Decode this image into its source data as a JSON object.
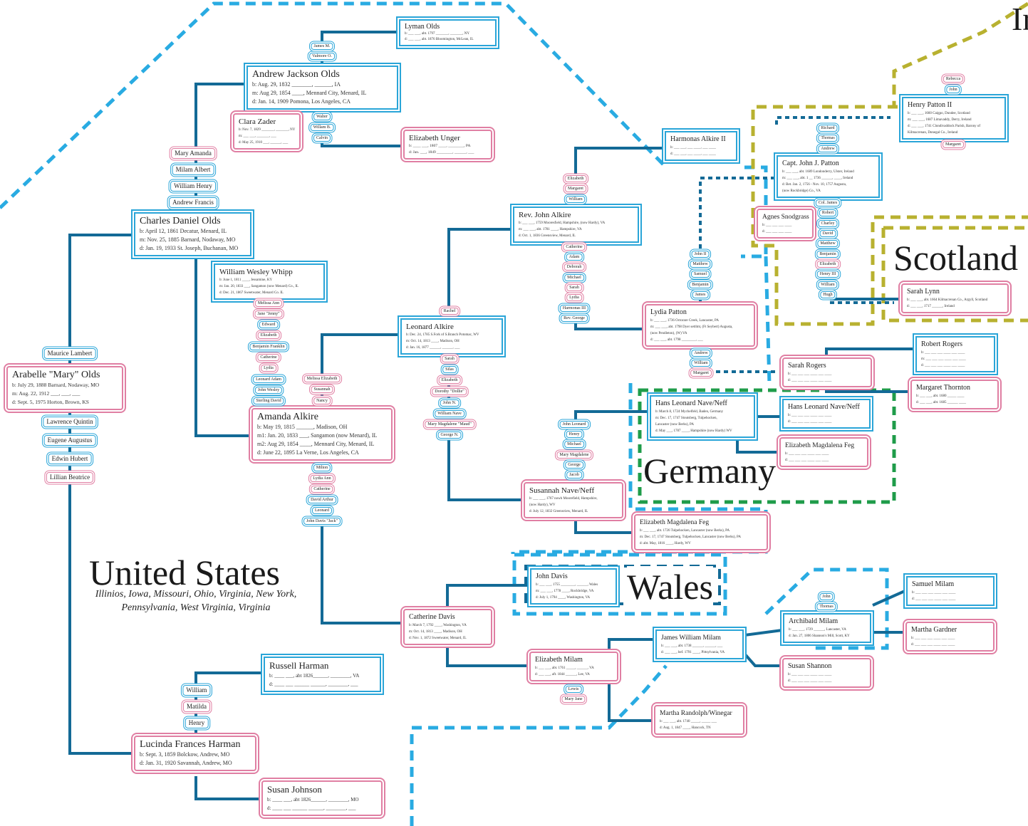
{
  "colors": {
    "line": "#136a96",
    "male": "#2aa5d8",
    "female": "#e07fa3",
    "ireland": "#b8b130",
    "germany": "#1f9c4a",
    "cyan_dash": "#29abe2"
  },
  "regions": {
    "united_states": "United States",
    "united_states_sub": [
      "Illinios, Iowa, Missouri, Ohio, Virginia, New York,",
      "Pennsylvania, West Virginia, Virginia"
    ],
    "scotland": "Scotland",
    "germany": "Germany",
    "wales": "Wales",
    "ireland_partial": "Ir"
  },
  "people": {
    "arabelle": {
      "name": "Arabelle \"Mary\" Olds",
      "lines": [
        "b: July 29, 1888 Barnard, Nodaway, MO",
        "m: Aug. 22, 1912 ___, ___, ___",
        "d: Sept. 5, 1975 Horton, Brown, KS"
      ]
    },
    "charles": {
      "name": "Charles Daniel Olds",
      "lines": [
        "b: April 12, 1861 Decatur, Menard, IL",
        "m: Nov. 25, 1885 Barnard, Nodaway, MO",
        "d: Jan. 19, 1933 St. Joseph, Buchanan, MO"
      ]
    },
    "lucinda": {
      "name": "Lucinda Frances Harman",
      "lines": [
        "b: Sept. 3, 1859 Bolckow, Andrew, MO",
        "d: Jan. 31, 1920 Savannah, Andrew, MO"
      ]
    },
    "andrew": {
      "name": "Andrew Jackson Olds",
      "lines": [
        "b: Aug. 29, 1832 _______, ______, IA",
        "m: Aug 29, 1854 ____, Mennard City, Menard, IL",
        "d: Jan. 14, 1909 Pomona, Los Angeles, CA"
      ]
    },
    "amanda": {
      "name": "Amanda Alkire",
      "lines": [
        "b: May 19, 1815 ______, Madison, OH",
        "m1: Jan. 20, 1833 ___, Sangamon (now Menard), IL",
        "m2: Aug 29, 1854 ____, Mennard City, Menard, IL",
        "d: June 22, 1895 La Verne, Los Angeles, CA"
      ]
    },
    "lyman": {
      "name": "Lyman Olds",
      "lines": [
        "b: ___ ___, abt. 1797 _______, _______, NY",
        "d: ___ ___, abt. 1876 Bloomington, McLean, IL"
      ]
    },
    "clara": {
      "name": "Clara Zader",
      "lines": [
        "b: Nov. 7, 1829 _______, _______, NY",
        "m: ___ ___, _______, ___",
        "d: May 25, 1910 ___, ______, ___"
      ]
    },
    "elizabeth_unger": {
      "name": "Elizabeth Unger",
      "lines": [
        "b: ____ ___, 1807 ____, ________, PA",
        "d: Jan. ___, 1849 ________, ______, ___"
      ]
    },
    "whipp": {
      "name": "William Wesley Whipp",
      "lines": [
        "b: June 1, 1811 ____, Jessamine, KY",
        "m: Jan. 20, 1833 ___, Sangamon (now Menard) Co., IL",
        "d: Dec. 21, 1867 Sweetwater, Menard Co. IL"
      ]
    },
    "leonard": {
      "name": "Leonard Alkire",
      "lines": [
        "b: Dec. 24, 1785 S.Fork of S.Branch Potomac, WV",
        "m: Oct. 14, 1813 ____, Madison, OH",
        "d: Jan. 16, 1877 ______, ______, ___"
      ]
    },
    "rev_john": {
      "name": "Rev. John Alkire",
      "lines": [
        "b: ___ ___, 1759 Mooresfield, Hampshire, (now Hardy), VA",
        "m: ___ ___, abt. 1781 ____, Hampshire, VA",
        "d: Oct. 1, 1836 Greensview, Menard, IL"
      ]
    },
    "harmonas": {
      "name": "Harmonas Alkire II",
      "lines": [
        "b: ___ ___, ___ ____, ___ ____",
        "d: ___ ___, ___ ____, ___ ____"
      ]
    },
    "susannah": {
      "name": "Susannah Nave/Neff",
      "lines": [
        "b: ___ ___, 1767 nowh Moorefield, Hampshire,",
        "(now Hardy), WV",
        "d: July 12, 1832 Greensview, Menard, IL"
      ]
    },
    "lydia": {
      "name": "Lydia Patton",
      "lines": [
        "b: ___ ___, 1736 Octorare Creek, Lancaster, PA",
        "m: ___ ___, abt. 1798 Dyer settlmt, (Ft Seybert) Augusta,",
        "(now Pendleton), (W) VA",
        "d: ___ ___, abt. 1798 ________, ___"
      ]
    },
    "agnes": {
      "name": "Agnes Snodgrass",
      "lines": [
        "b: ___ ___ ___ ____",
        "d: ___ ___ ___ ____"
      ]
    },
    "capt_john": {
      "name": "Capt. John J. Patton",
      "lines": [
        "b: ___ ___, abt. 1689 Londonderry, Ulster, Ireland",
        "m: ___ ___, abt. 1 __ 1736 ______, ____, Ireland",
        "d: Bet. Jan. 2, 1756 - Nov. 10, 1757 Augusta,",
        "(now Rockbridge) Co., VA"
      ]
    },
    "henry_patton": {
      "name": "Henry Patton II",
      "lines": [
        "b: ___ ___, 1660 Caigpo, Dundee, Scotland",
        "m: ___ ___, 1687 Limavaddy, Derry, Ireland",
        "d: ___ ___, 1741 Clondivaddock Parish, Barony of",
        "Kilmacrenan, Donegal Co., Ireland"
      ]
    },
    "sarah_lynn": {
      "name": "Sarah Lynn",
      "lines": [
        "b: ___ ___, abt. 1664 Kilmacrenan Co., Argyll, Scotland",
        "d: ___ ___, 1717 ______, Ireland"
      ]
    },
    "sarah_rogers": {
      "name": "Sarah Rogers",
      "lines": [
        "b: ___ ___ ___ ____ ___ ____",
        "d: ___ ___ ___ ____ ___ ____"
      ]
    },
    "robert_rogers": {
      "name": "Robert Rogers",
      "lines": [
        "b: ___ ___ ___ ____ ___ ____",
        "m: ___ ___ ___ ____ ___ ____",
        "d: ___ ___ ___ ____ ___ ____"
      ]
    },
    "margaret_thornton": {
      "name": "Margaret Thornton",
      "lines": [
        "b: ___ ___, abt. 1680 _____ ____",
        "d: ___ ___, abt. 1685 ______ ____"
      ]
    },
    "hans1": {
      "name": "Hans Leonard Nave/Neff",
      "lines": [
        "b: March 8, 1724 Mychelfeld, Baden, Germany",
        "m: Dec. 17, 1747 Stoutsberg, Tulpehocken,",
        "Lancaster (now Berks), PA",
        "d: May ___, 1787 ____, Hampshire (now Hardy) WV"
      ]
    },
    "hans2": {
      "name": "Hans Leonard Nave/Neff",
      "lines": [
        "b: ___ ___ ___ ____ ___ ____",
        "d: ___ ___ ___ ____ ___ ____"
      ]
    },
    "eliz_feg1": {
      "name": "Elizabeth Magdalena Feg",
      "lines": [
        "b: ___ ___ ___ ____ ___ ____",
        "d: ___ ___ ___ ____ ___ ____"
      ]
    },
    "eliz_feg2": {
      "name": "Elizabeth Magdalena Feg",
      "lines": [
        "b: ___ ___, abt. 1726 Tulpehocken, Lancaster (now Berks), PA",
        "m: Dec. 17, 1747 Stoutsberg, Tulpehocken, Lancaster (now Berks), PA",
        "d: abt. May, 1816 ____, Hardy, WV"
      ]
    },
    "john_davis": {
      "name": "John Davis",
      "lines": [
        "b: ___ ___, 1755 ________, ______, Wales",
        "m: ___ ___, 1778 ____, Rockbridge, VA",
        "d: July 1, 1794 ____, Washington, VA"
      ]
    },
    "catherine_davis": {
      "name": "Catherine Davis",
      "lines": [
        "b: March 7, 1792 ____, Washington, VA",
        "m: Oct. 14, 1813 ____, Madison, OH",
        "d: Nov. 1, 1872 Sweetwater, Menard, IL"
      ]
    },
    "elizabeth_milam": {
      "name": "Elizabeth Milam",
      "lines": [
        "b: ___ ___, abt. 1761 _____, ______, VA",
        "d: ___ ___, aft. 1844 ______, Lee, VA"
      ]
    },
    "james_milam": {
      "name": "James William Milam",
      "lines": [
        "b: ___ ___, abt. 1738 ______, ______, ___",
        "d: ___ ___, bef. 1791 ____, Pittsylvania, VA"
      ]
    },
    "archibald": {
      "name": "Archibald Milam",
      "lines": [
        "b: ___ ___, 1729 ______, Lancaster, VA",
        "d: Jan. 27, 1806 Shannon's Mill, Scott, KY"
      ]
    },
    "samuel_milam": {
      "name": "Samuel Milam",
      "lines": [
        "b: ___ ___ ___ ____ ___ ____",
        "d: ___ ___ ___ ____ ___ ____"
      ]
    },
    "martha_gardner": {
      "name": "Martha Gardner",
      "lines": [
        "b: ___ ___ ___ ____ ___ ____",
        "d: ___ ___ ___ ____ ___ ____"
      ]
    },
    "susan_shannon": {
      "name": "Susan Shannon",
      "lines": [
        "b: ___ ___ ___ ____ ___ ____",
        "d: ___ ___ ___ ____ ___ ____"
      ]
    },
    "martha_randolph": {
      "name": "Martha Randolph/Winegar",
      "lines": [
        "b: ___ ___, abt. 1740 _____, _____ ___",
        "d: Aug. 1, 1847 ____, Hancock, TN"
      ]
    },
    "russell": {
      "name": "Russell Harman",
      "lines": [
        "b: ____ ___, abt 1826______, ________, VA",
        "d: ____ ___ ______ ______, ________, ___"
      ]
    },
    "susan_johnson": {
      "name": "Susan Johnson",
      "lines": [
        "b: ____ ___, abt 1826______, ________, MO",
        "d: ____ ___ ______ ______, ________, ___"
      ]
    }
  },
  "siblings": {
    "arabelle_up": [
      "Maurice Lambert"
    ],
    "arabelle_down": [
      "Lawrence Quintin",
      "Eugene Augustus",
      "Edwin Hubert",
      "Lillian Beatrice"
    ],
    "charles_up": [
      "Mary Amanda",
      "Milam Albert",
      "William Henry",
      "Andrew Francis"
    ],
    "lucinda_up": [
      "William",
      "Matilda",
      "Henry"
    ],
    "andrew_up": [
      "James M.",
      "Valmore O."
    ],
    "andrew_down": [
      "Walter",
      "Willam B.",
      "Calvin"
    ],
    "whipp_down": [
      "Melissa Ann",
      "Jane \"Jenny\"",
      "Edward",
      "Elizabeth",
      "Benjamin Franklin",
      "Catherine",
      "Lydia",
      "Leonard Adam",
      "John Wesley",
      "Sterling David"
    ],
    "amanda_up": [
      "Melissa Elizabeth",
      "Susannah",
      "Nancy"
    ],
    "amanda_down": [
      "Milton",
      "Lydia Ann",
      "Catherine",
      "David Arthur",
      "Leonard",
      "John Davis \"Jack\""
    ],
    "leonard_up": [
      "Rachel"
    ],
    "leonard_down": [
      "Sarah",
      "Silas",
      "Elizabeth",
      "Dorothy \"Dollie\"",
      "John N.",
      "William Nave",
      "Mary Magdalene \"Maud\"",
      "George N."
    ],
    "rev_john_up": [
      "Elizabeth",
      "Margaret",
      "William"
    ],
    "rev_john_down": [
      "Catherine",
      "Adam",
      "Deborah",
      "Michael",
      "Sarah",
      "Lydia",
      "Harmonas III",
      "Rev. George"
    ],
    "susannah_up": [
      "John Leonard",
      "Henry",
      "Michael",
      "Mary Magdalene",
      "George",
      "Jacob"
    ],
    "lydia_up": [
      "John II",
      "Matthew",
      "Samuel",
      "Benjamin",
      "James"
    ],
    "lydia_down": [
      "Andrew",
      "William",
      "Margaret"
    ],
    "capt_up": [
      "Richard",
      "Thomas",
      "Andrew"
    ],
    "capt_down": [
      "Col. James",
      "Robert",
      "Charley",
      "David",
      "Matthew",
      "Benjamin",
      "Elizabeth",
      "Henry III",
      "William",
      "Hugh"
    ],
    "henry_up": [
      "Rebecca",
      "John"
    ],
    "henry_down": [
      "Margaret"
    ],
    "catherine_up": [],
    "eliz_milam_down": [
      "Lewis",
      "Mary Jane"
    ],
    "archibald_up": [
      "John",
      "Thomas"
    ]
  }
}
